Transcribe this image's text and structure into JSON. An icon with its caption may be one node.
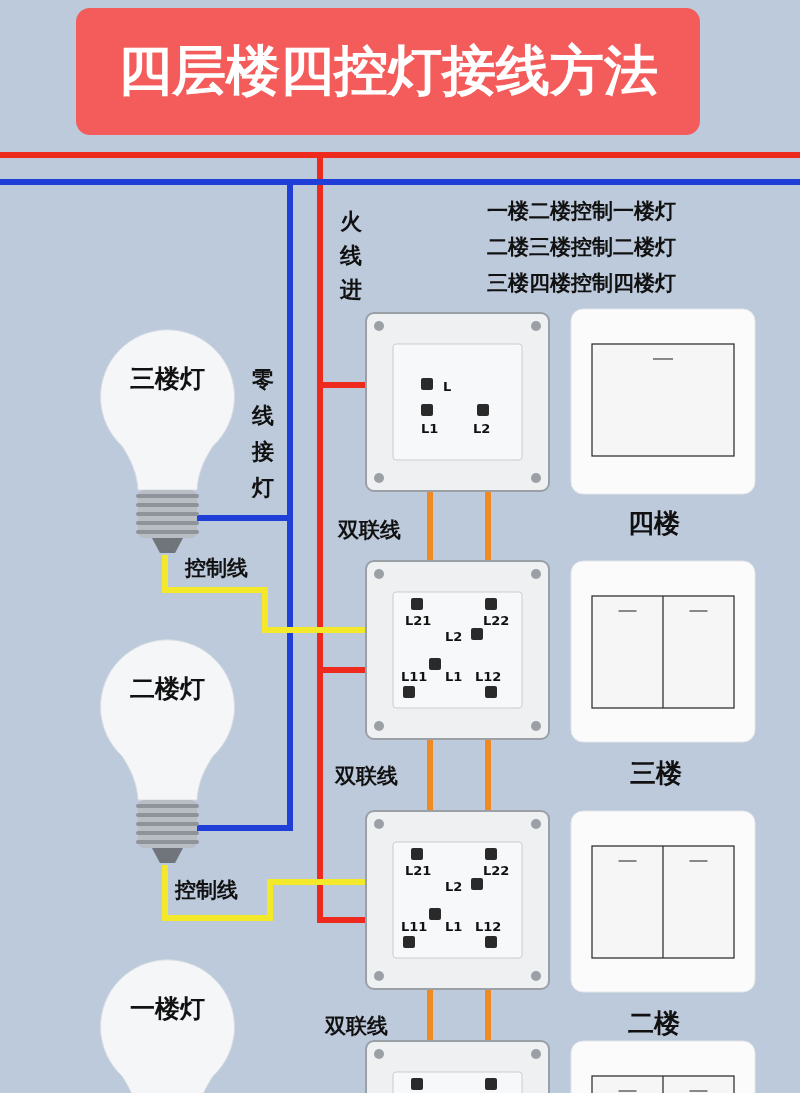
{
  "diagram": {
    "title": "四层楼四控灯接线方法",
    "nodes": [
      {
        "text": [],
        "shape": "bar"
      },
      {
        "text": [],
        "shape": "bar"
      },
      {
        "text": [
          "三楼灯"
        ]
      },
      {
        "text": [
          "二楼灯"
        ]
      },
      {
        "text": [
          "一楼灯"
        ]
      },
      {
        "text": [
          "L",
          "L1",
          "L2"
        ]
      },
      {
        "text": [
          "L21",
          "L22",
          "L2",
          "L11",
          "L1",
          "L12"
        ]
      },
      {
        "text": [
          "L21",
          "L22",
          "L2",
          "L11",
          "L1",
          "L12"
        ]
      },
      {
        "text": [],
        "shape": "box"
      },
      {
        "text": [],
        "shape": "box"
      },
      {
        "text": [],
        "shape": "box"
      },
      {
        "text": [],
        "shape": "box"
      },
      {
        "text": [],
        "shape": "box"
      }
    ],
    "edges": [
      {
        "from": 0,
        "to": 5,
        "arrow": "none",
        "color": "#ee2a1e"
      },
      {
        "from": 0,
        "to": 6,
        "arrow": "none",
        "color": "#ee2a1e"
      },
      {
        "from": 0,
        "to": 7,
        "arrow": "none",
        "color": "#ee2a1e"
      },
      {
        "from": 1,
        "to": 2,
        "arrow": "none",
        "color": "#1f3fd8"
      },
      {
        "from": 1,
        "to": 3,
        "arrow": "none",
        "color": "#1f3fd8"
      },
      {
        "from": 2,
        "to": 6,
        "arrow": "none",
        "label": "控制线",
        "color": "#f3e82a"
      },
      {
        "from": 3,
        "to": 7,
        "arrow": "none",
        "label": "控制线",
        "color": "#f3e82a"
      },
      {
        "from": 5,
        "to": 6,
        "arrow": "none",
        "label": "双联线"
      },
      {
        "from": 5,
        "to": 6,
        "arrow": "none"
      },
      {
        "from": 6,
        "to": 7,
        "arrow": "none",
        "label": "双联线"
      },
      {
        "from": 6,
        "to": 7,
        "arrow": "none"
      },
      {
        "from": 7,
        "to": 8,
        "arrow": "none",
        "label": "双联线"
      },
      {
        "from": 7,
        "to": 8,
        "arrow": "none"
      }
    ],
    "labels": [
      "火线进",
      "零线接灯",
      "一楼二楼控制一楼灯",
      "二楼三楼控制二楼灯",
      "三楼四楼控制四楼灯",
      "四楼",
      "三楼",
      "二楼"
    ]
  }
}
